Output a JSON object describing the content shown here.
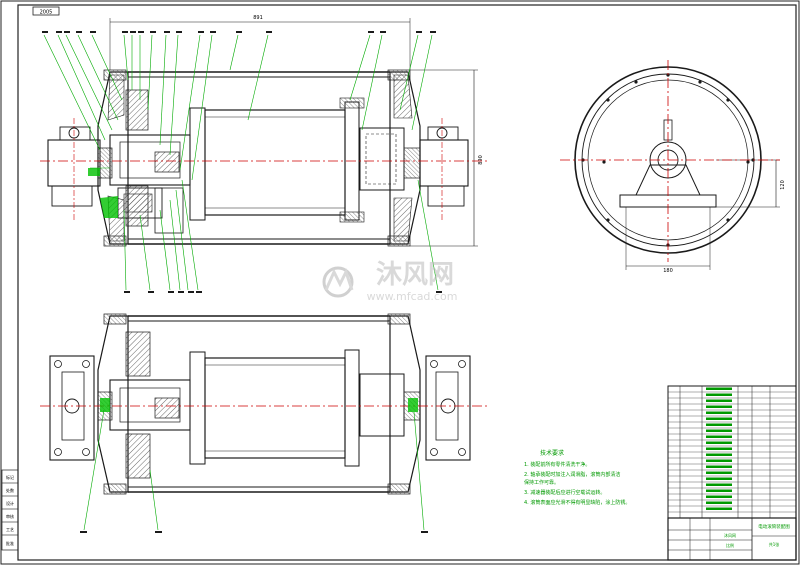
{
  "drawing": {
    "sheet_tag": "2005",
    "top_dimension": "891",
    "right_dimension": "890",
    "end_view_width_dim": "180",
    "end_view_height_dim": "120",
    "tech_req_title": "技术要求",
    "tech_requirements": [
      "1. 装配前所有零件清洗干净。",
      "2. 轴承装配时加注入润滑脂，滚筒内部清洁",
      "   保持工作可靠。",
      "3. 减速器装配后应进行空载试运转。",
      "4. 滚筒表面应光滑不得有明显缺陷，涂上防锈。"
    ],
    "left_side_labels": [
      "标记",
      "处数",
      "设计",
      "审核",
      "工艺",
      "批准"
    ],
    "title_block_name": "电动滚筒装配图",
    "title_block_company": "沐风网",
    "title_block_sheet": "共1张",
    "title_block_scale": "比例"
  },
  "watermark": {
    "cn_text": "沐风网",
    "url_text": "www.mfcad.com"
  },
  "colors": {
    "line": "#1a1a1a",
    "center_line": "#cc0000",
    "leader": "#00aa00",
    "green_text": "#009900",
    "hatch": "#444444",
    "watermark": "#bbbbbb"
  }
}
